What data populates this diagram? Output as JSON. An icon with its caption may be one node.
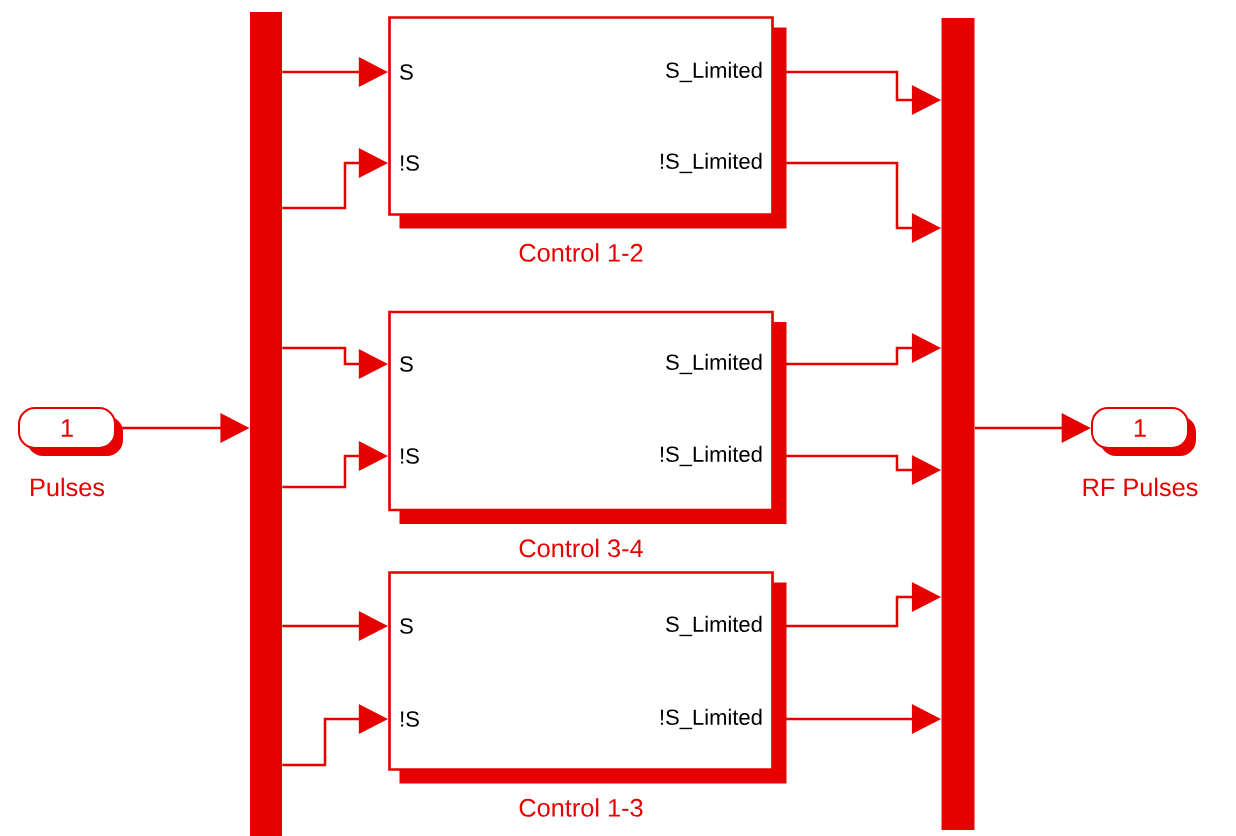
{
  "diagram": {
    "nodes": [
      {
        "text": [
          "1"
        ],
        "beside": [
          "Pulses"
        ]
      },
      {
        "text": [],
        "shape": "bar"
      },
      {
        "text": [
          "S",
          "!S",
          "S_Limited",
          "!S_Limited"
        ],
        "beside": [
          "Control 1-2"
        ]
      },
      {
        "text": [
          "S",
          "!S",
          "S_Limited",
          "!S_Limited"
        ],
        "beside": [
          "Control 3-4"
        ]
      },
      {
        "text": [
          "S",
          "!S",
          "S_Limited",
          "!S_Limited"
        ],
        "beside": [
          "Control 1-3"
        ]
      },
      {
        "text": [],
        "shape": "bar"
      },
      {
        "text": [
          "1"
        ],
        "beside": [
          "RF Pulses"
        ]
      }
    ],
    "edges": [
      {
        "from": 0,
        "to": 1,
        "arrow": "to"
      },
      {
        "from": 1,
        "to": 2,
        "arrow": "to"
      },
      {
        "from": 1,
        "to": 2,
        "arrow": "to"
      },
      {
        "from": 1,
        "to": 3,
        "arrow": "to"
      },
      {
        "from": 1,
        "to": 3,
        "arrow": "to"
      },
      {
        "from": 1,
        "to": 4,
        "arrow": "to"
      },
      {
        "from": 1,
        "to": 4,
        "arrow": "to"
      },
      {
        "from": 2,
        "to": 5,
        "arrow": "to"
      },
      {
        "from": 2,
        "to": 5,
        "arrow": "to"
      },
      {
        "from": 3,
        "to": 5,
        "arrow": "to"
      },
      {
        "from": 3,
        "to": 5,
        "arrow": "to"
      },
      {
        "from": 4,
        "to": 5,
        "arrow": "to"
      },
      {
        "from": 4,
        "to": 5,
        "arrow": "to"
      },
      {
        "from": 5,
        "to": 6,
        "arrow": "to"
      }
    ]
  }
}
